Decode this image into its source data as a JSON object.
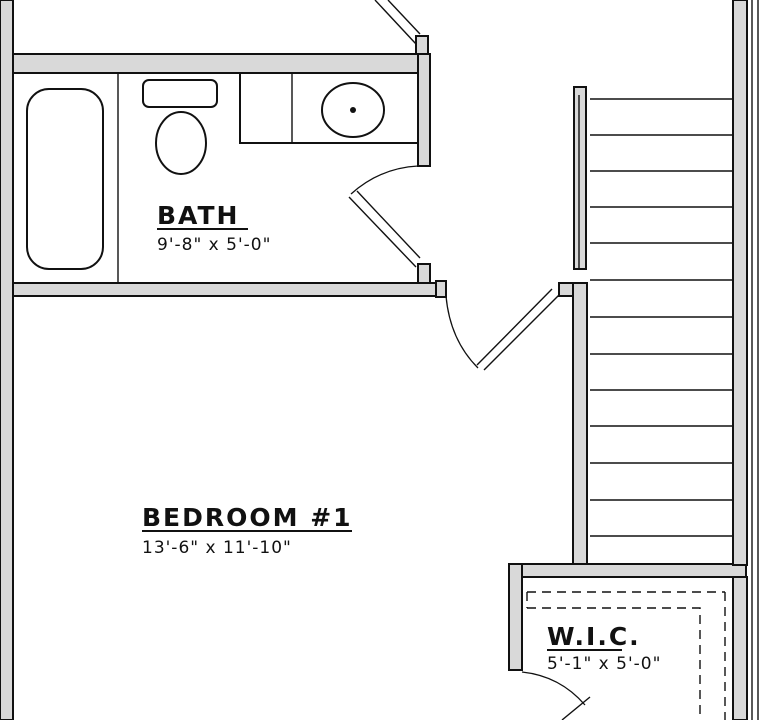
{
  "rooms": {
    "bath": {
      "name": "BATH",
      "dimensions": "9'-8\" x 5'-0\""
    },
    "bedroom": {
      "name": "BEDROOM #1",
      "dimensions": "13'-6\" x 11'-10\""
    },
    "wic": {
      "name": "W.I.C.",
      "dimensions": "5'-1\" x 5'-0\""
    }
  }
}
